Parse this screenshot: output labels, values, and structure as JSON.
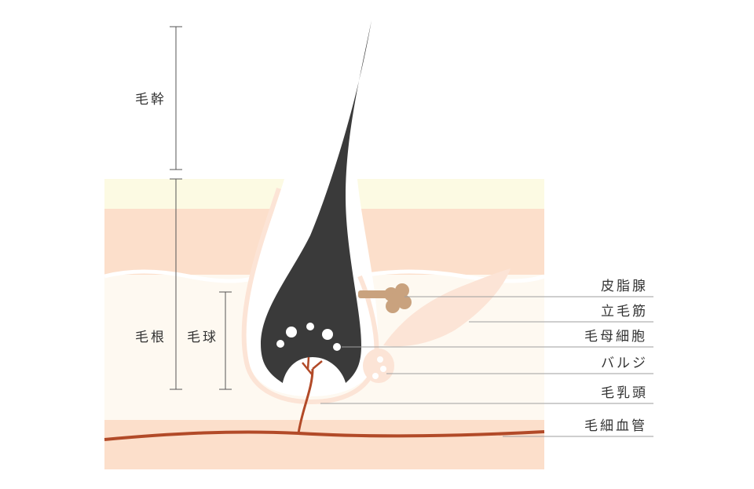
{
  "labels": {
    "hair_shaft": "毛幹",
    "hair_root": "毛根",
    "hair_bulb": "毛球",
    "sebaceous_gland": "皮脂腺",
    "arrector_pili": "立毛筋",
    "hair_matrix": "毛母細胞",
    "bulge": "バルジ",
    "dermal_papilla": "毛乳頭",
    "capillary": "毛細血管"
  },
  "colors": {
    "epidermis": "#FCFAE3",
    "dermis": "#FCDFCB",
    "subcutis": "#FEF9F1",
    "sheath": "#FCE4D6",
    "hair": "#3A3A3A",
    "gland": "#C9A27E",
    "vessel": "#B24A28",
    "leader": "#9E9E9E",
    "text": "#333333"
  }
}
